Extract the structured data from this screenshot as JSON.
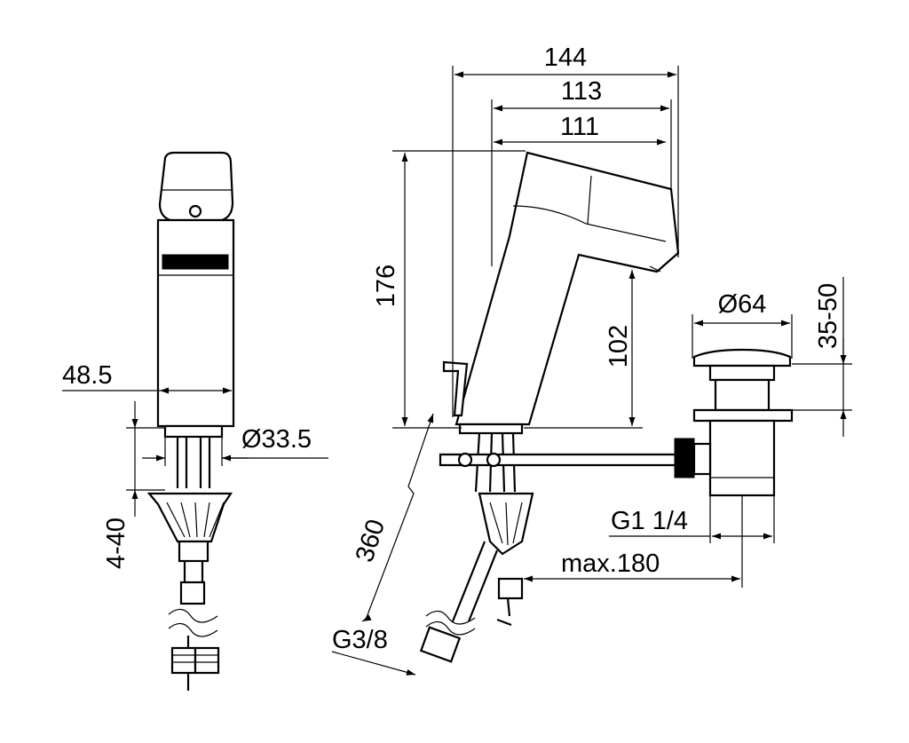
{
  "dimensions": {
    "overall_length": "144",
    "spout_length_outer": "113",
    "spout_length_inner": "111",
    "height_total": "176",
    "spout_height": "102",
    "body_width": "48.5",
    "thread_diameter": "Ø33.5",
    "mount_thickness": "4-40",
    "hose_length": "360",
    "hose_thread": "G3/8",
    "waste_plug_diameter": "Ø64",
    "waste_plug_height": "35-50",
    "waste_thread": "G1 1/4",
    "pull_rod_max": "max.180"
  }
}
